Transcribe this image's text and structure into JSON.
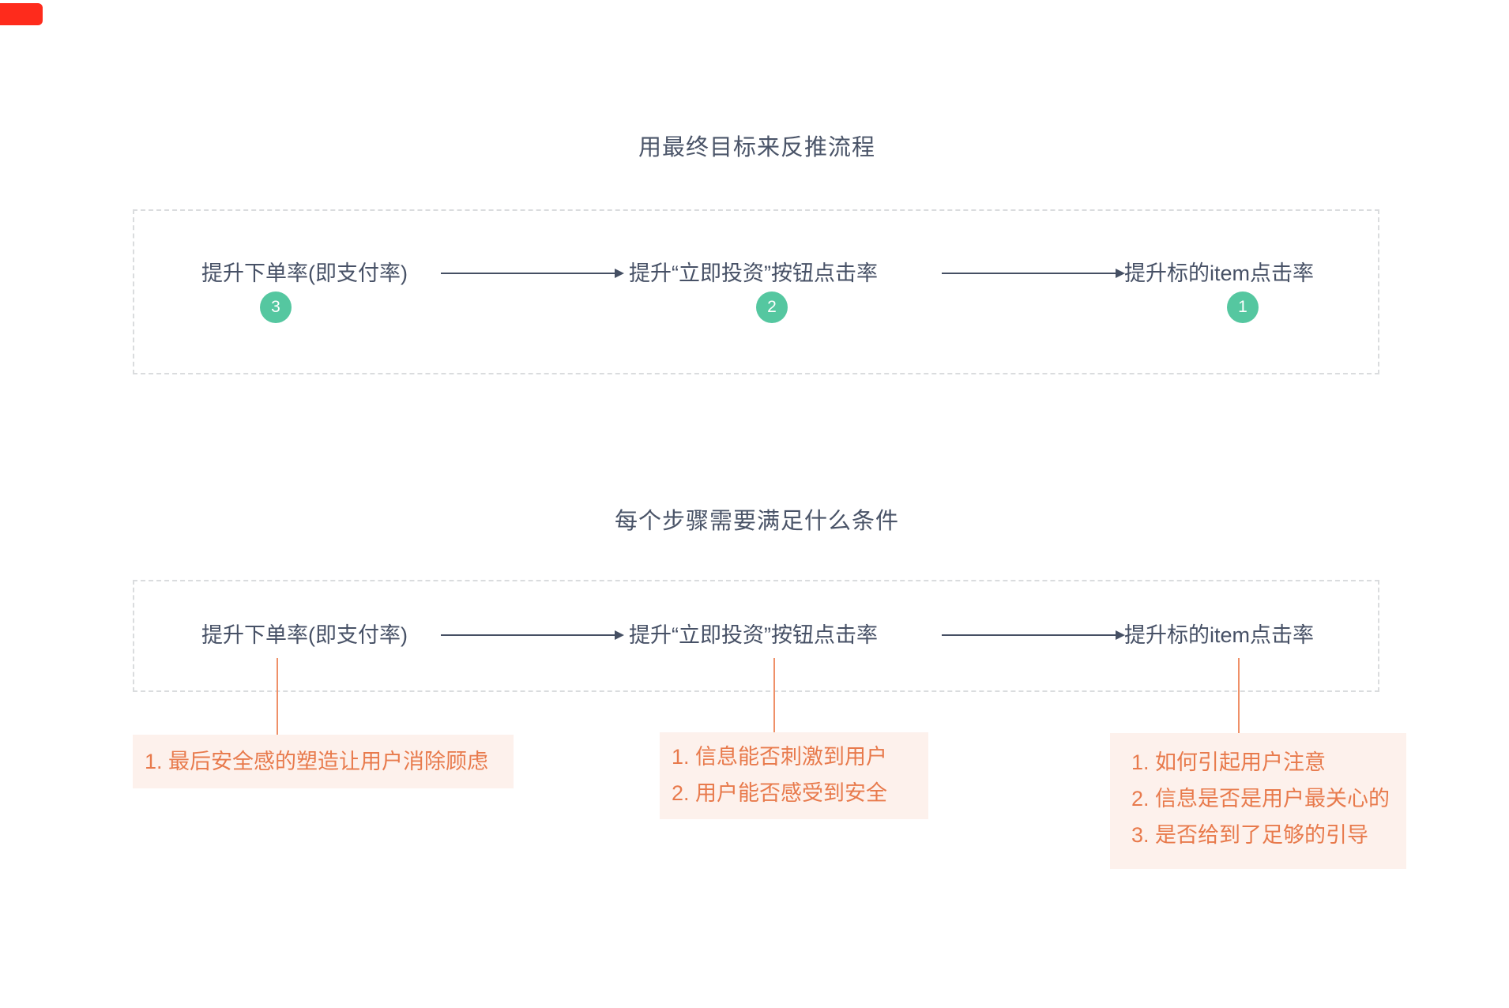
{
  "colors": {
    "background": "#ffffff",
    "recording_indicator": "#fe2b1c",
    "title_text": "#4a5468",
    "node_text": "#475166",
    "arrow": "#454f63",
    "dashed_border": "#dadcde",
    "badge_green": "#55c7a0",
    "badge_text": "#ffffff",
    "callout_background": "#fdf1ec",
    "callout_text": "#e87a4c",
    "connector_orange": "#ef9068"
  },
  "section1": {
    "title": "用最终目标来反推流程",
    "nodes": [
      {
        "label": "提升下单率(即支付率)",
        "badge": "3"
      },
      {
        "label": "提升“立即投资”按钮点击率",
        "badge": "2"
      },
      {
        "label": "提升标的item点击率",
        "badge": "1"
      }
    ]
  },
  "section2": {
    "title": "每个步骤需要满足什么条件",
    "nodes": [
      {
        "label": "提升下单率(即支付率)"
      },
      {
        "label": "提升“立即投资”按钮点击率"
      },
      {
        "label": "提升标的item点击率"
      }
    ],
    "callouts": [
      {
        "items": [
          "1. 最后安全感的塑造让用户消除顾虑"
        ]
      },
      {
        "items": [
          "1. 信息能否刺激到用户",
          "2. 用户能否感受到安全"
        ]
      },
      {
        "items": [
          "1. 如何引起用户注意",
          "2. 信息是否是用户最关心的",
          "3. 是否给到了足够的引导"
        ]
      }
    ]
  }
}
